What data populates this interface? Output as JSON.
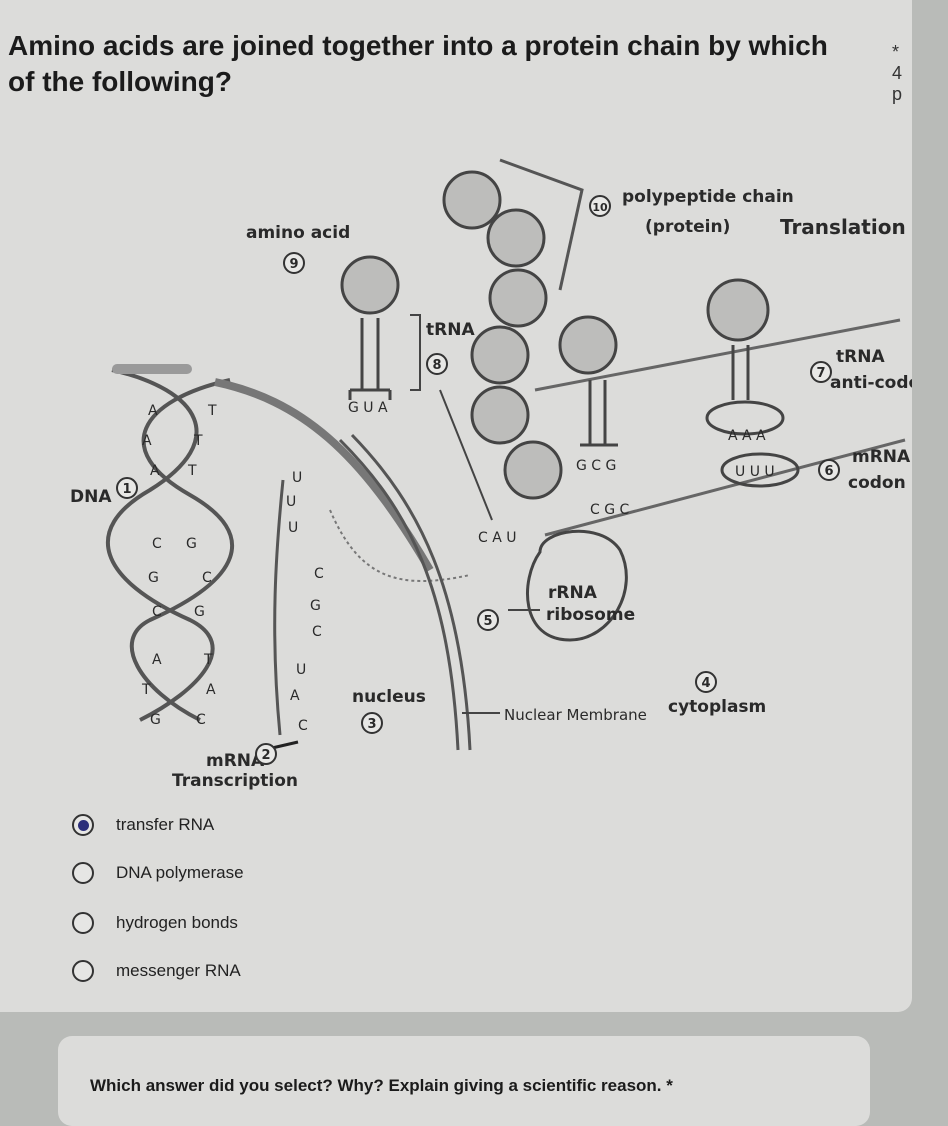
{
  "question": {
    "text": "Amino acids are joined together into a protein chain by which of the following?",
    "required_marker": "* 4 p"
  },
  "diagram": {
    "labels": {
      "polypeptide_chain": "polypeptide chain",
      "protein": "(protein)",
      "translation": "Translation",
      "amino_acid": "amino acid",
      "trna_top": "tRNA",
      "trna_right": "tRNA",
      "anti_codon": "anti-codon",
      "mrna_right": "mRNA",
      "codon": "codon",
      "dna": "DNA",
      "rrna": "rRNA",
      "ribosome": "ribosome",
      "nucleus": "nucleus",
      "nuclear_membrane": "Nuclear Membrane",
      "cytoplasm": "cytoplasm",
      "mrna_bottom": "mRNA",
      "transcription": "Transcription"
    },
    "numbers": [
      "1",
      "2",
      "3",
      "4",
      "5",
      "6",
      "7",
      "8",
      "9",
      "10"
    ],
    "bases": {
      "trna_anticodon_left": "G U A",
      "trna_anticodon_mid": "G C G",
      "trna_anticodon_right": "A A A",
      "codon_right": "U U U",
      "mrna_strand_top": "C G C",
      "mrna_strand_mid": "C A U",
      "dna_left": [
        "A",
        "A",
        "A",
        "C",
        "G",
        "C",
        "A",
        "T",
        "G"
      ],
      "dna_right": [
        "T",
        "T",
        "T",
        "G",
        "C",
        "G",
        "T",
        "A",
        "C"
      ],
      "mrna_vertical": [
        "U",
        "U",
        "U",
        "C",
        "G",
        "C",
        "U",
        "A",
        "C"
      ]
    }
  },
  "options": [
    {
      "label": "transfer RNA",
      "selected": true
    },
    {
      "label": "DNA polymerase",
      "selected": false
    },
    {
      "label": "hydrogen bonds",
      "selected": false
    },
    {
      "label": "messenger RNA",
      "selected": false
    }
  ],
  "question2": {
    "text": "Which answer did you select? Why? Explain giving a scientific reason. *"
  },
  "colors": {
    "radio_selected": "#2c2f7a",
    "card": "#dcdcda",
    "page": "#b9bbb8"
  }
}
